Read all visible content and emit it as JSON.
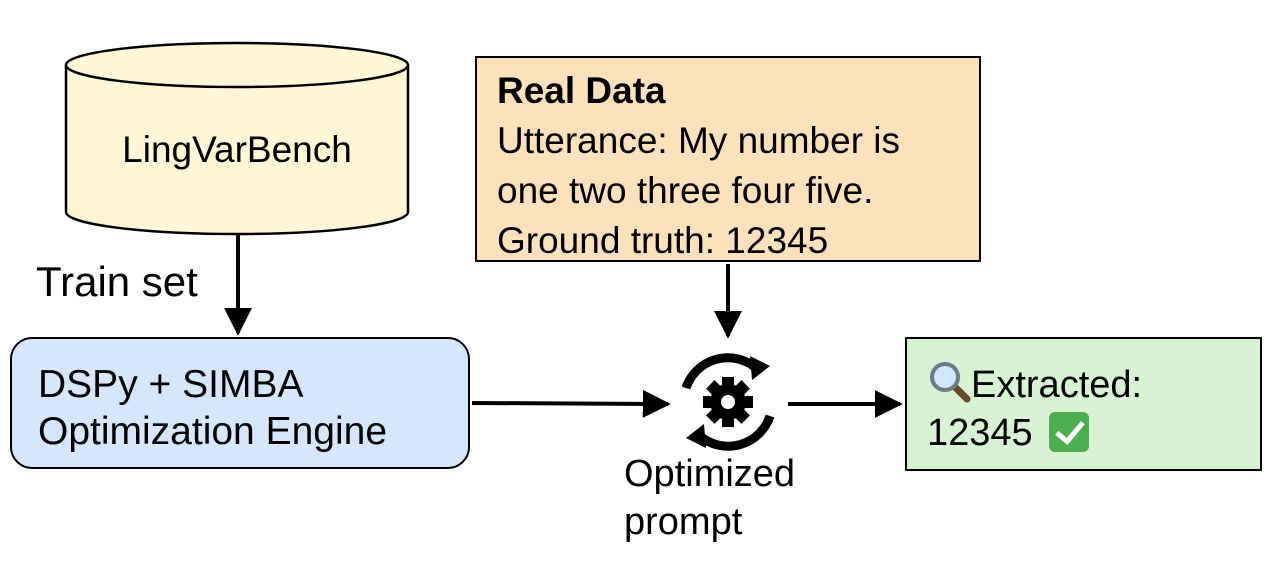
{
  "database": {
    "label": "LingVarBench"
  },
  "edge_train": {
    "label": "Train set"
  },
  "engine": {
    "line1": "DSPy + SIMBA",
    "line2": "Optimization Engine"
  },
  "real_data": {
    "title": "Real Data",
    "line1": "Utterance: My number is",
    "line2": "one two three four five.",
    "line3": "Ground truth: 12345"
  },
  "optimizer": {
    "line1": "Optimized",
    "line2": "prompt",
    "icon": "gear-cycle-icon"
  },
  "output": {
    "line1": "Extracted:",
    "line2": "12345"
  },
  "colors": {
    "database_fill": "#fff6d6",
    "engine_fill": "#d6e6fb",
    "real_data_fill": "#fbe2bd",
    "output_fill": "#d8f2d4",
    "check_fill": "#4cae4f"
  }
}
